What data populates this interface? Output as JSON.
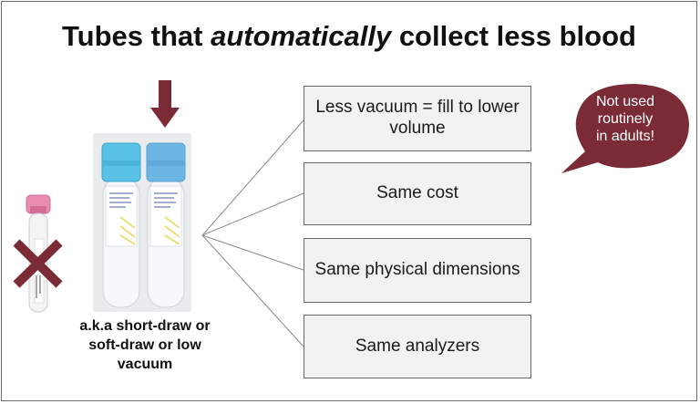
{
  "title": {
    "prefix": "Tubes that ",
    "emphasis": "automatically",
    "suffix": " collect less blood"
  },
  "boxes": [
    {
      "label": "Less vacuum = fill to lower volume"
    },
    {
      "label": "Same cost"
    },
    {
      "label": "Same physical dimensions"
    },
    {
      "label": "Same analyzers"
    }
  ],
  "bubble": {
    "text": "Not used\nroutinely\nin adults!"
  },
  "caption": {
    "text": "a.k.a short-draw or\nsoft-draw or low\nvacuum"
  },
  "colors": {
    "maroon": "#7b2b36",
    "cap_blue": "#59c2e6",
    "box_fill": "#f2f2f2",
    "box_border": "#6a6a6a"
  },
  "icons": [
    "down-arrow-icon",
    "x-mark-icon",
    "speech-bubble-icon"
  ]
}
